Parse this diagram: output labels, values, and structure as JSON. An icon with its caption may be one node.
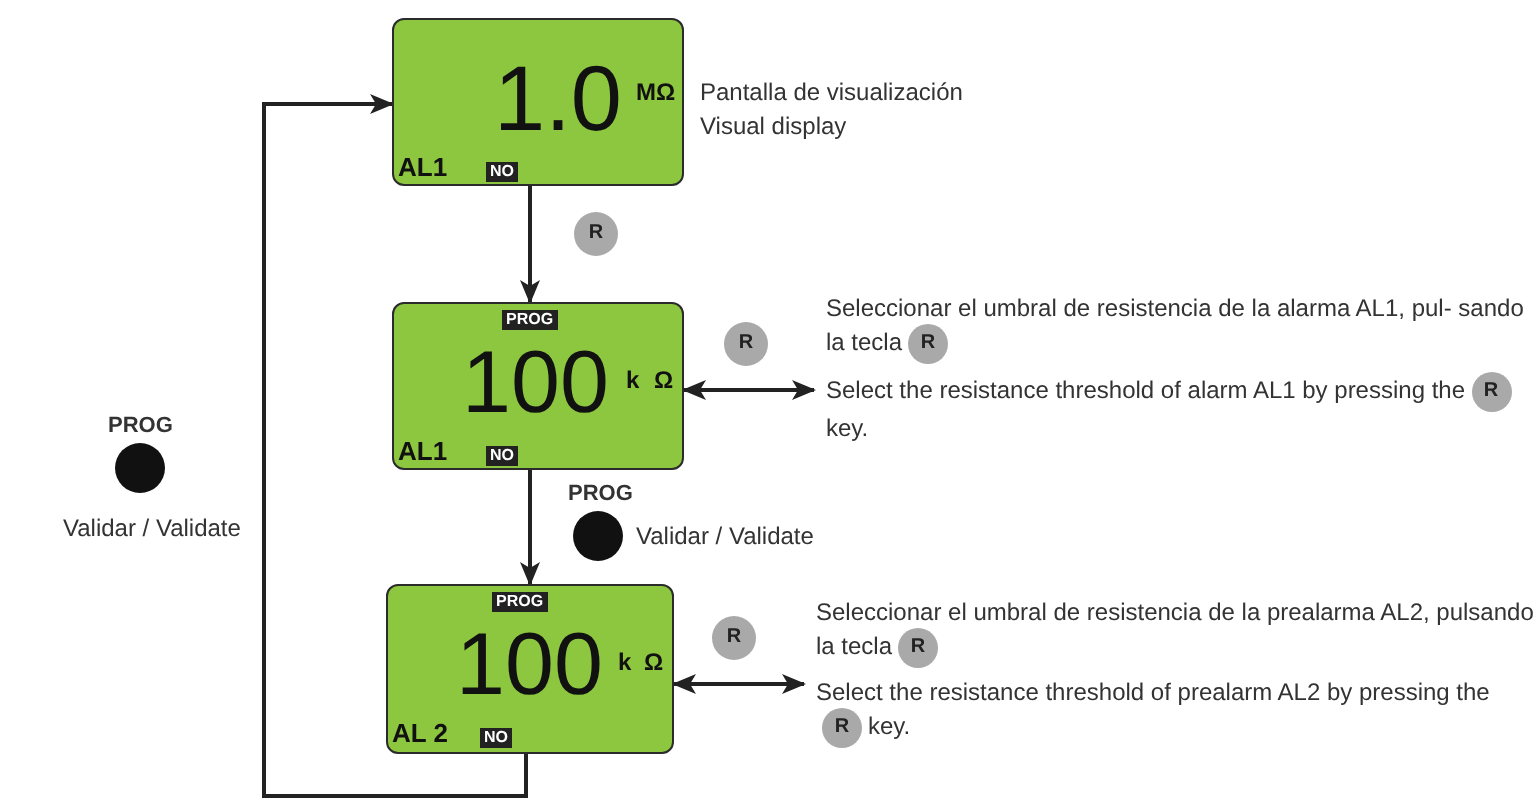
{
  "diagram": {
    "nodes": [
      {
        "text": [
          "1.0",
          "MΩ",
          "AL1",
          "NO"
        ],
        "beside": [
          "Pantalla de visualización",
          "Visual display"
        ]
      },
      {
        "text": [
          "PROG",
          "100",
          "k",
          "Ω",
          "AL1",
          "NO"
        ]
      },
      {
        "text": [
          "PROG",
          "100",
          "k",
          "Ω",
          "AL 2",
          "NO"
        ]
      },
      {
        "text": [
          "Seleccionar el umbral de resistencia de la alarma AL1, pul- sando la tecla",
          "R",
          "Select the resistance threshold of alarm AL1 by pressing the",
          "R",
          "key."
        ]
      },
      {
        "text": [
          "Seleccionar el umbral de resistencia de la prealarma AL2, pulsando la tecla",
          "R",
          "Select the resistance threshold of prealarm AL2 by pressing the",
          "R",
          "key."
        ]
      }
    ],
    "edges": [
      {
        "from": 0,
        "to": 1,
        "arrow": "to"
      },
      {
        "from": 1,
        "to": 2,
        "arrow": "to"
      },
      {
        "from": 1,
        "to": 3,
        "arrow": "both"
      },
      {
        "from": 2,
        "to": 4,
        "arrow": "both"
      },
      {
        "from": 2,
        "to": 0,
        "arrow": "to"
      }
    ],
    "labels": [
      "R",
      "R",
      "PROG",
      "Validar / Validate",
      "PROG",
      "Validar / Validate",
      "R"
    ]
  }
}
